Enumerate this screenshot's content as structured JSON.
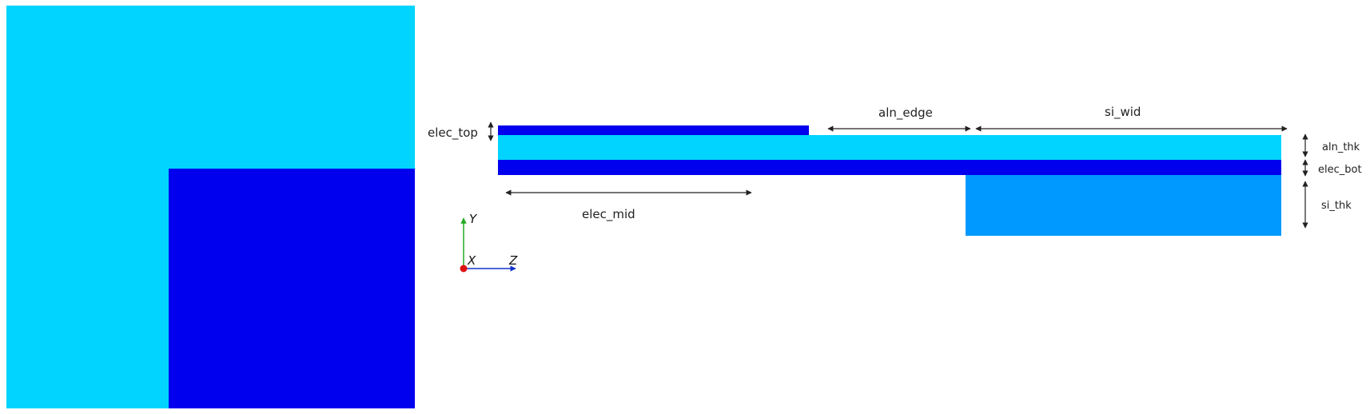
{
  "colors": {
    "aln": "#00d4ff",
    "electrode": "#0000ee",
    "silicon": "#0099ff",
    "background": "#ffffff",
    "dimension": "#222222",
    "axis_y": "#22aa22",
    "axis_z": "#1133cc",
    "axis_origin": "#dd1111"
  },
  "left_view": {
    "regions": [
      "aln",
      "electrode"
    ]
  },
  "cross_section": {
    "layers": [
      "elec_top",
      "aln",
      "elec_bot",
      "si"
    ]
  },
  "dimensions": {
    "elec_top": "elec_top",
    "aln_edge": "aln_edge",
    "si_wid": "si_wid",
    "aln_thk": "aln_thk",
    "elec_bot": "elec_bot",
    "si_thk": "si_thk",
    "elec_mid": "elec_mid"
  },
  "axes": {
    "y": "Y",
    "x": "X",
    "z": "Z"
  }
}
